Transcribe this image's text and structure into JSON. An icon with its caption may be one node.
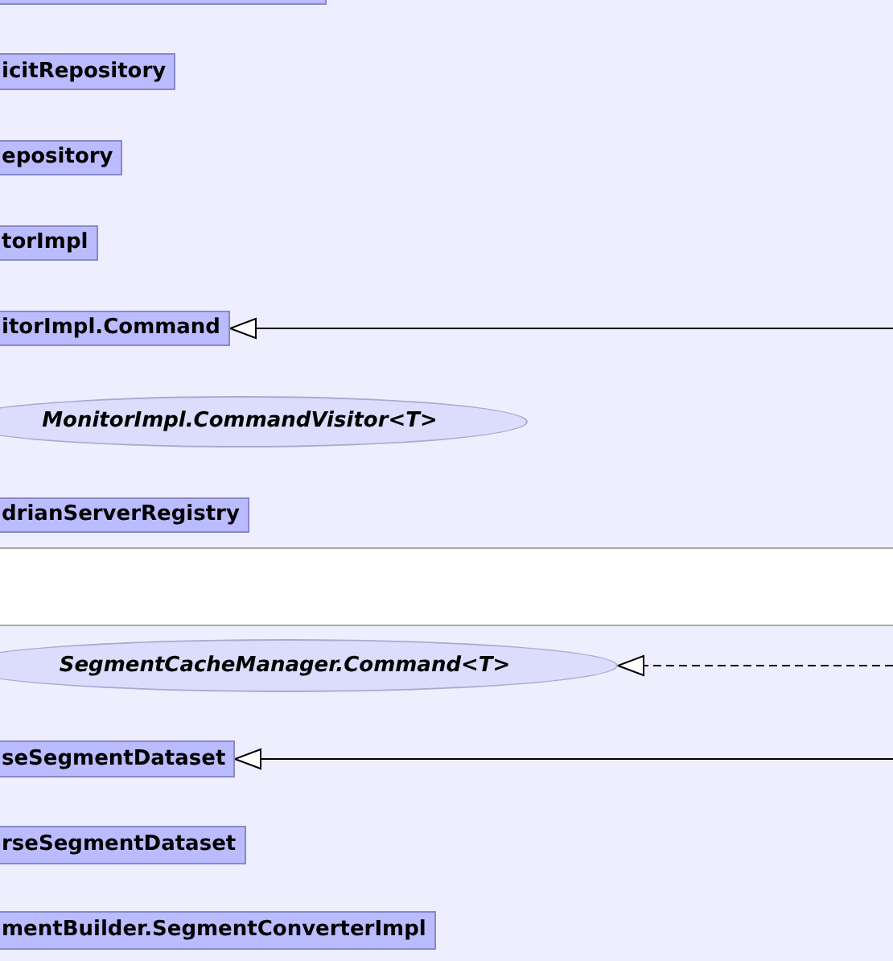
{
  "diagram": {
    "nodes": [
      {
        "text": [],
        "shape": "box"
      },
      {
        "text": [
          "icitRepository"
        ]
      },
      {
        "text": [
          "epository"
        ]
      },
      {
        "text": [
          "torImpl"
        ]
      },
      {
        "text": [
          "itorImpl.Command"
        ]
      },
      {
        "text": [
          "MonitorImpl.CommandVisitor<T>"
        ]
      },
      {
        "text": [
          "drianServerRegistry"
        ]
      },
      {
        "text": [
          "SegmentCacheManager.Command<T>"
        ]
      },
      {
        "text": [
          "seSegmentDataset"
        ]
      },
      {
        "text": [
          "rseSegmentDataset"
        ]
      },
      {
        "text": [
          "mentBuilder.SegmentConverterImpl"
        ]
      }
    ],
    "edges": [
      {
        "from": null,
        "to": 4,
        "arrow": "to"
      },
      {
        "from": null,
        "to": 7,
        "arrow": "to",
        "style": "dashed"
      },
      {
        "from": null,
        "to": 8,
        "arrow": "to"
      }
    ]
  }
}
